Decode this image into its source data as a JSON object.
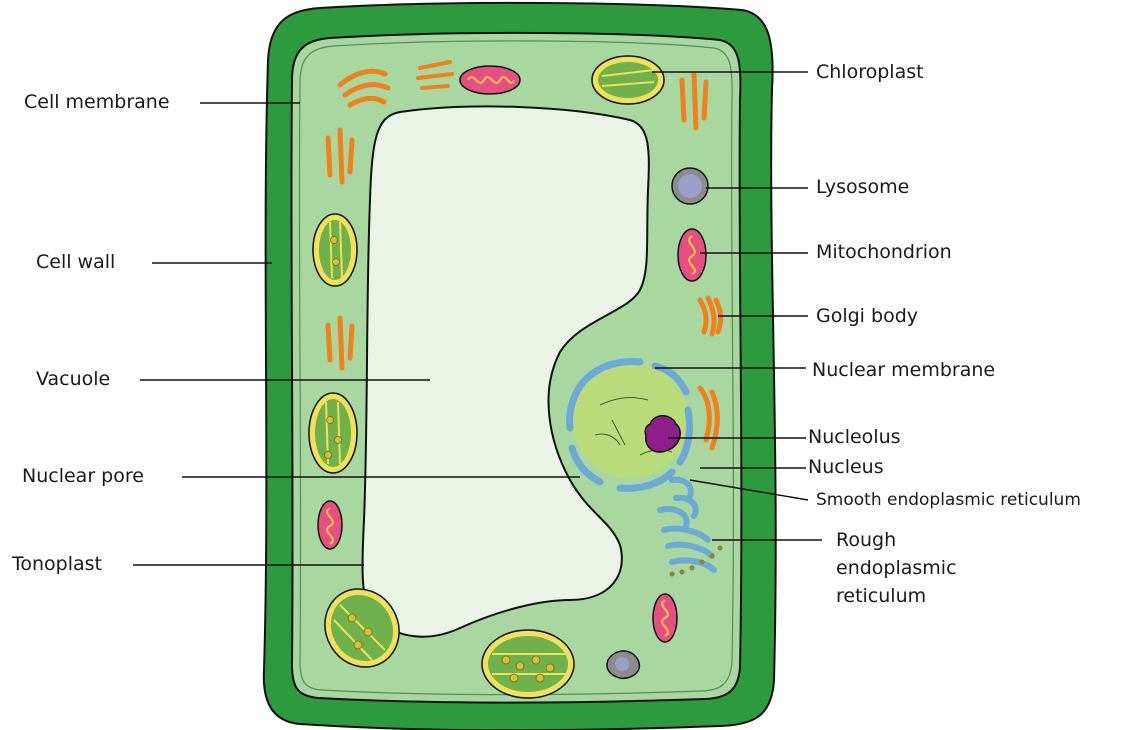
{
  "labels": {
    "cell_membrane": "Cell membrane",
    "cell_wall": "Cell wall",
    "vacuole": "Vacuole",
    "nuclear_pore": "Nuclear pore",
    "tonoplast": "Tonoplast",
    "chloroplast": "Chloroplast",
    "lysosome": "Lysosome",
    "mitochondrion": "Mitochondrion",
    "golgi_body": "Golgi body",
    "nuclear_membrane": "Nuclear membrane",
    "nucleolus": "Nucleolus",
    "nucleus": "Nucleus",
    "smooth_er": "Smooth endoplasmic reticulum",
    "rough_er_line1": "Rough",
    "rough_er_line2": "endoplasmic",
    "rough_er_line3": "reticulum"
  },
  "colors": {
    "cell_wall": "#2e9a3e",
    "cytoplasm": "#a8d8a0",
    "vacuole": "#e9f3e6",
    "nucleus": "#b9dc7a",
    "nucleolus": "#8e1f8a",
    "mitochondrion": "#e4507f",
    "golgi": "#f07f1c",
    "chloroplast_outer": "#f3e05a",
    "chloroplast_inner": "#6fb14a",
    "er": "#8cc6e8",
    "lysosome": "#9a9ec9"
  }
}
